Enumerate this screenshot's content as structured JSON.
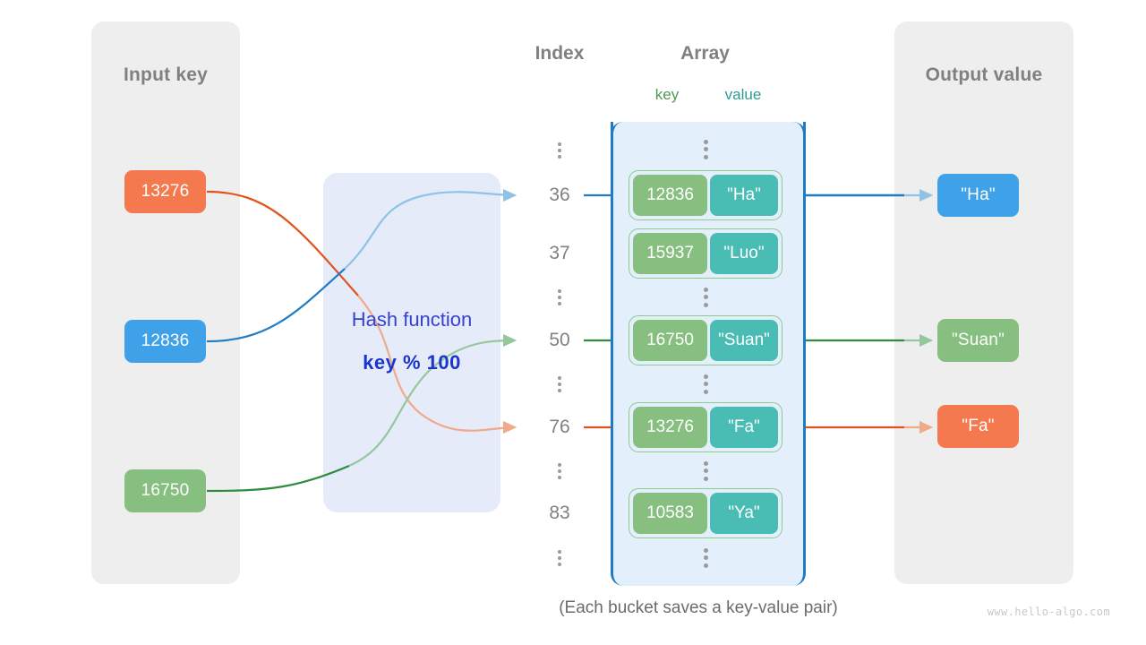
{
  "panels": {
    "input": {
      "title": "Input key"
    },
    "output": {
      "title": "Output value"
    }
  },
  "headers": {
    "index": "Index",
    "array": "Array",
    "key": "key",
    "value": "value"
  },
  "hash": {
    "label": "Hash function",
    "formula": "key % 100"
  },
  "input_keys": [
    {
      "text": "13276",
      "color": "#f4794e"
    },
    {
      "text": "12836",
      "color": "#3fa2e8"
    },
    {
      "text": "16750",
      "color": "#86bf7f"
    }
  ],
  "output_values": [
    {
      "text": "\"Ha\"",
      "color": "#3fa2e8"
    },
    {
      "text": "\"Suan\"",
      "color": "#86bf7f"
    },
    {
      "text": "\"Fa\"",
      "color": "#f4794e"
    }
  ],
  "indices": [
    "36",
    "37",
    "50",
    "76",
    "83"
  ],
  "buckets": [
    {
      "key": "12836",
      "value": "\"Ha\""
    },
    {
      "key": "15937",
      "value": "\"Luo\""
    },
    {
      "key": "16750",
      "value": "\"Suan\""
    },
    {
      "key": "13276",
      "value": "\"Fa\""
    },
    {
      "key": "10583",
      "value": "\"Ya\""
    }
  ],
  "caption": "(Each bucket saves a key-value pair)",
  "watermark": "www.hello-algo.com",
  "colors": {
    "panel_bg": "#efeeee",
    "hash_bg": "#e6ebf9",
    "array_bg": "#e3f0fb",
    "array_border": "#1f7cc4",
    "bucket_key": "#86bf7f",
    "bucket_value": "#49bdb4",
    "bucket_outline": "#8fc98c",
    "orange": "#f4794e",
    "blue": "#3fa2e8",
    "green": "#4e9a51",
    "hash_text": "#3343cf",
    "label_gray": "#808080"
  }
}
